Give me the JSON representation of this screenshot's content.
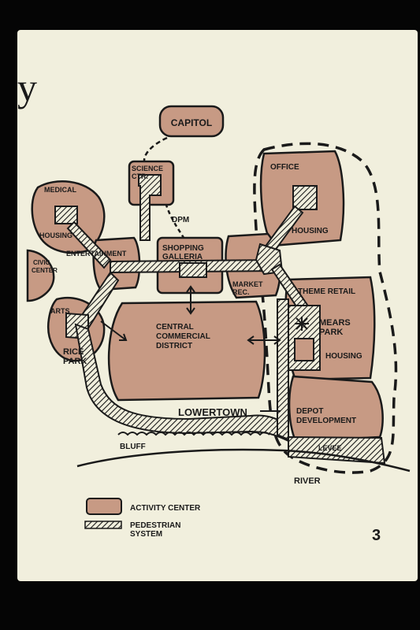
{
  "header": {
    "title_fragment": "y"
  },
  "map": {
    "colors": {
      "paper": "#f1efdd",
      "activity_fill": "#c79a84",
      "outline": "#1a1a1a"
    },
    "labels": {
      "capitol": "CAPITOL",
      "science_line1": "SCIENCE",
      "science_line2": "CTR.",
      "medical": "MEDICAL",
      "housing_west": "HOUSING",
      "entertainment": "ENTERTAINMENT",
      "civic_line1": "CIVIC",
      "civic_line2": "CENTER",
      "dpm": "DPM",
      "shopping_line1": "SHOPPING",
      "shopping_line2": "GALLERIA",
      "office": "OFFICE",
      "housing_east": "HOUSING",
      "market_line1": "MARKET",
      "market_line2": "REC.",
      "theme_retail": "THEME RETAIL",
      "mears_line1": "MEARS",
      "mears_line2": "PARK",
      "housing_south": "HOUSING",
      "arts": "ARTS",
      "rice_line1": "RICE",
      "rice_line2": "PARK",
      "central_line1": "CENTRAL",
      "central_line2": "COMMERCIAL",
      "central_line3": "DISTRICT",
      "lowertown": "LOWERTOWN",
      "depot_line1": "DEPOT",
      "depot_line2": "DEVELOPMENT",
      "bluff": "BLUFF",
      "levee": "LEVEE",
      "river": "RIVER"
    }
  },
  "legend": {
    "activity_center": "ACTIVITY CENTER",
    "pedestrian_line1": "PEDESTRIAN",
    "pedestrian_line2": "SYSTEM"
  },
  "page_number": "3"
}
